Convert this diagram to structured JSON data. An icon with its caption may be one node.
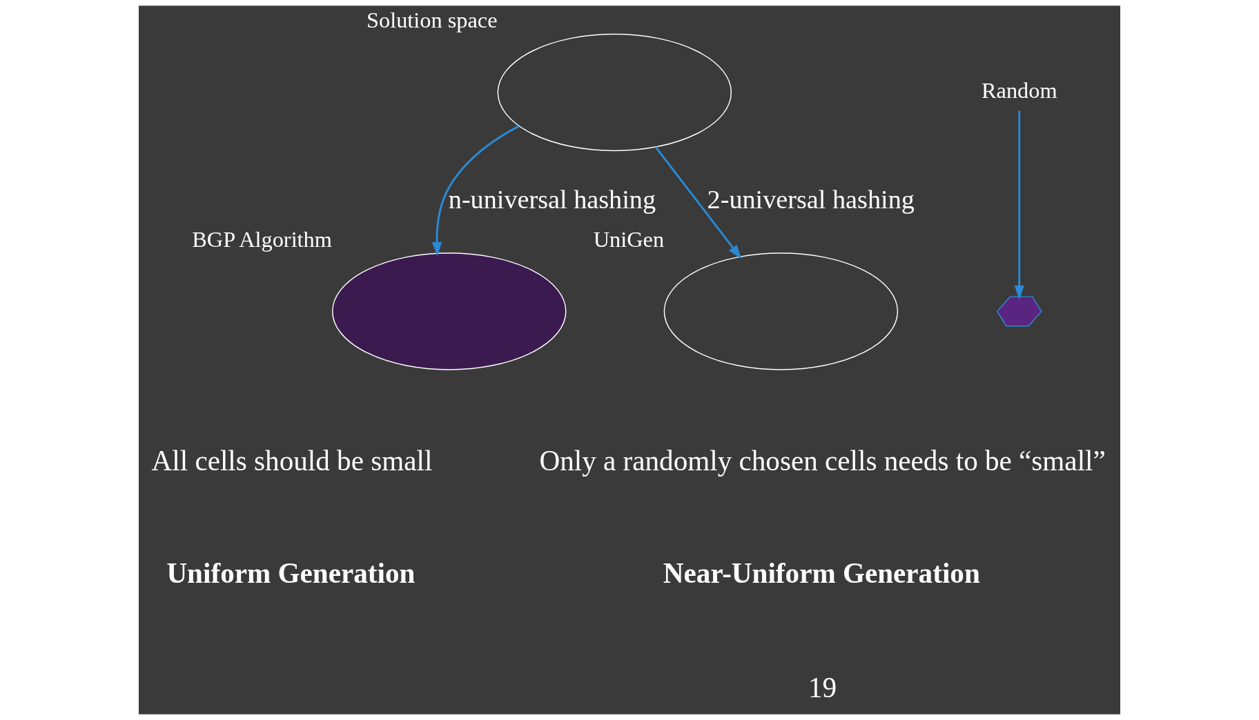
{
  "diagram": {
    "nodes": [
      {
        "text": [],
        "shape": "ellipse",
        "beside": [
          "Solution space"
        ]
      },
      {
        "text": [],
        "shape": "ellipse",
        "beside": [
          "BGP Algorithm"
        ]
      },
      {
        "text": [],
        "shape": "ellipse",
        "beside": [
          "UniGen"
        ]
      },
      {
        "text": [
          "Random"
        ]
      },
      {
        "text": [],
        "shape": "polygon"
      }
    ],
    "edges": [
      {
        "from": 0,
        "to": 1,
        "arrow": "to",
        "label": "n-universal hashing"
      },
      {
        "from": 0,
        "to": 2,
        "arrow": "to",
        "label": "2-universal hashing"
      },
      {
        "from": 3,
        "to": 4,
        "arrow": "to"
      }
    ],
    "labels": [
      "All cells should be small",
      "Only a randomly chosen cells needs to be “small”",
      "Uniform Generation",
      "Near-Uniform Generation",
      "19"
    ]
  }
}
